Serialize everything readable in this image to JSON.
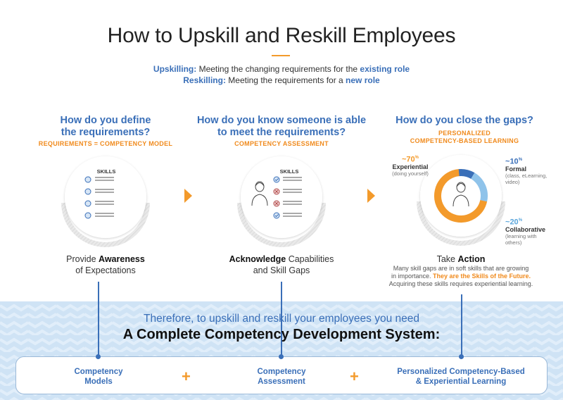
{
  "title": "How to Upskill and Reskill Employees",
  "definitions": {
    "upskilling_term": "Upskilling:",
    "upskilling_text": " Meeting the changing requirements for the ",
    "upskilling_emph": "existing role",
    "reskilling_term": "Reskilling:",
    "reskilling_text": " Meeting the requirements for a ",
    "reskilling_emph": "new role"
  },
  "columns": [
    {
      "question_line1": "How do you define",
      "question_line2": "the requirements?",
      "subhead": "REQUIREMENTS = COMPETENCY MODEL",
      "card_label": "SKILLS",
      "caption_pre": "Provide ",
      "caption_bold": "Awareness",
      "caption_line2": "of Expectations"
    },
    {
      "question_line1": "How do you know someone is able",
      "question_line2": "to meet the requirements?",
      "subhead": "COMPETENCY ASSESSMENT",
      "card_label": "SKILLS",
      "caption_bold": "Acknowledge",
      "caption_post": " Capabilities",
      "caption_line2": "and Skill Gaps"
    },
    {
      "question_line1": "How do you close the gaps?",
      "subhead_line1": "PERSONALIZED",
      "subhead_line2": "COMPETENCY-BASED LEARNING",
      "caption_pre": "Take ",
      "caption_bold": "Action",
      "detail_line1": "Many skill gaps are in soft skills that are growing",
      "detail_line2_pre": "in importance. ",
      "detail_line2_hl": "They are the Skills of the Future.",
      "detail_line3": "Acquiring these skills requires experiential learning."
    }
  ],
  "learning_mix": [
    {
      "pct_prefix": "~",
      "value": 70,
      "pct_sign": "%",
      "label": "Experiential",
      "sub1": "(doing yourself)",
      "color": "#f39a2b"
    },
    {
      "pct_prefix": "~",
      "value": 10,
      "pct_sign": "%",
      "label": "Formal",
      "sub1": "(class, eLearning,",
      "sub2": "video)",
      "color": "#3a6fb8"
    },
    {
      "pct_prefix": "~",
      "value": 20,
      "pct_sign": "%",
      "label": "Collaborative",
      "sub1": "(learning with",
      "sub2": "others)",
      "color": "#8fc3ea"
    }
  ],
  "band": {
    "line1": "Therefore, to upskill and reskill your employees you need",
    "line2": "A Complete Competency Development System:"
  },
  "system": {
    "item1_line1": "Competency",
    "item1_line2": "Models",
    "item2_line1": "Competency",
    "item2_line2": "Assessment",
    "item3_line1": "Personalized Competency-Based",
    "item3_line2": "& Experiential Learning",
    "plus": "+"
  },
  "colors": {
    "accent_blue": "#3a6fb8",
    "accent_orange": "#f39a2b",
    "band_blue": "#cfe3f5"
  }
}
